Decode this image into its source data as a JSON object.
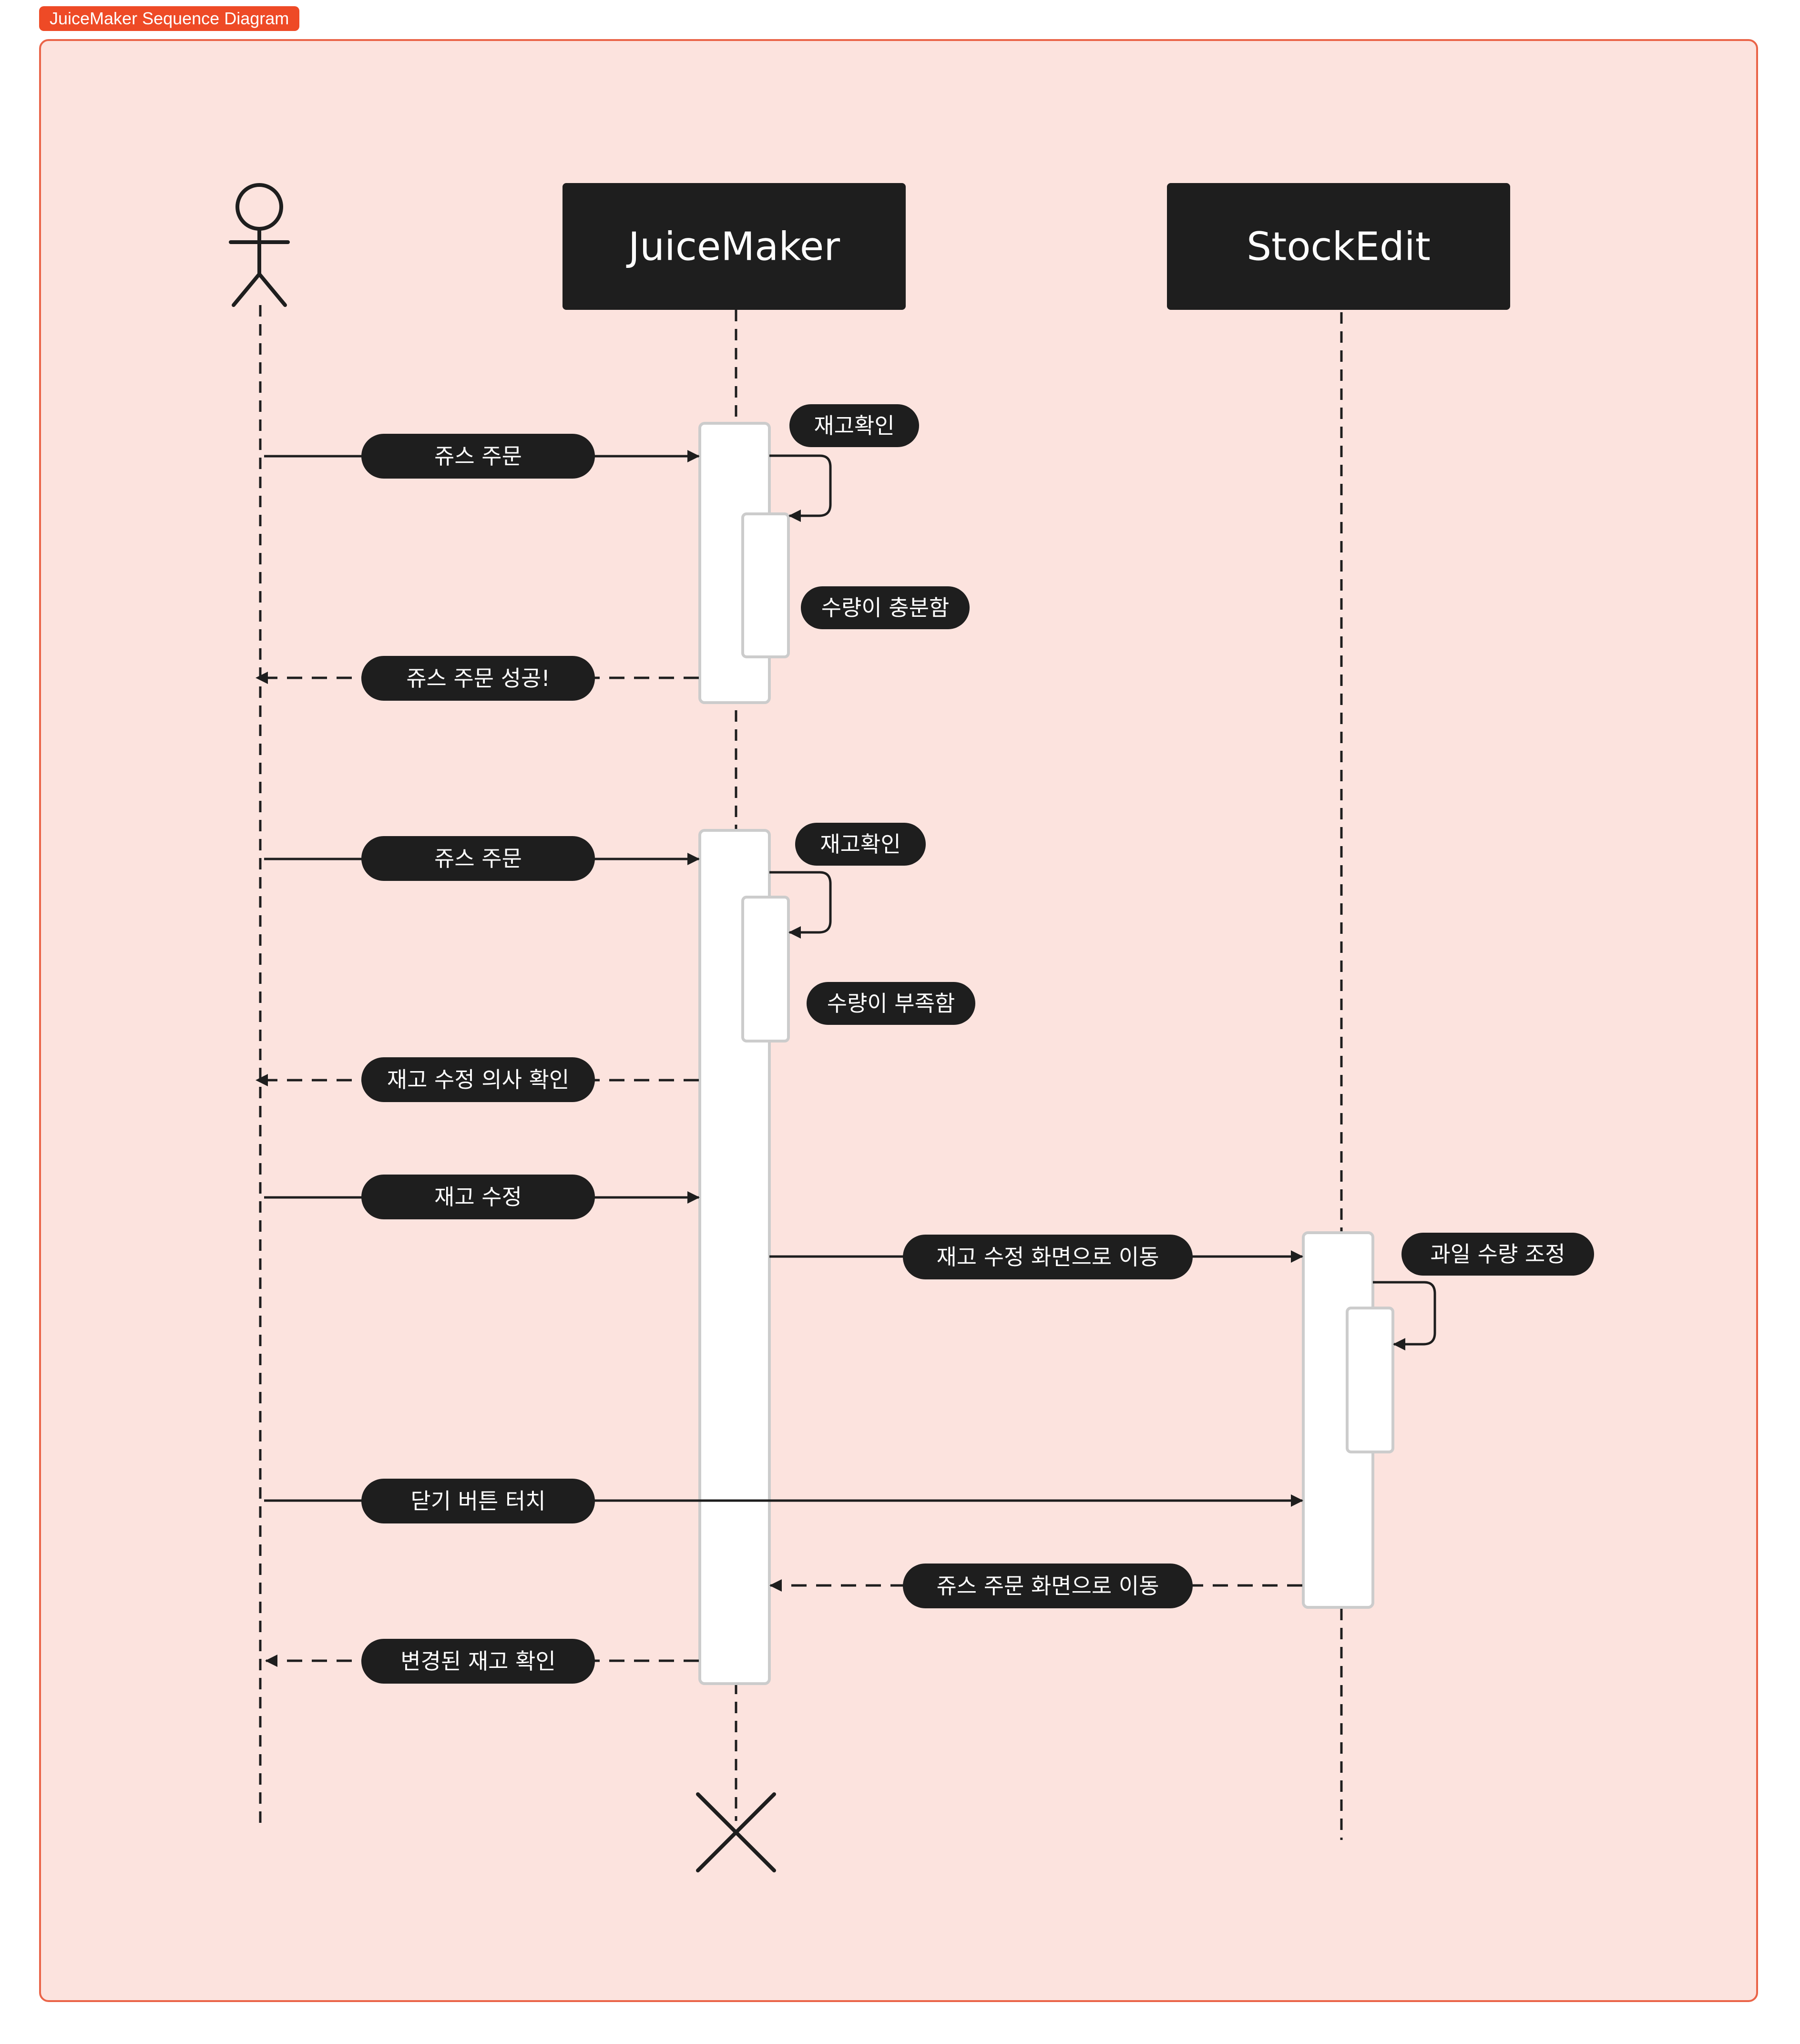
{
  "frame": {
    "title": "JuiceMaker Sequence Diagram"
  },
  "colors": {
    "frame_fill": "#FCE3DE",
    "frame_border": "#EA6448",
    "tag_fill": "#EE4A26",
    "dark": "#1E1E1E",
    "activation_fill": "#FFFFFF",
    "activation_border": "#CCCCCC"
  },
  "participants": {
    "user": {
      "icon": "stick-figure-actor-icon"
    },
    "juicemaker": {
      "name": "JuiceMaker"
    },
    "stockedit": {
      "name": "StockEdit"
    }
  },
  "messages": {
    "m1": "쥬스 주문",
    "m2": "재고확인",
    "m3": "수량이 충분함",
    "m4": "쥬스 주문 성공!",
    "m5": "쥬스 주문",
    "m6": "재고확인",
    "m7": "수량이 부족함",
    "m8": "재고 수정 의사 확인",
    "m9": "재고 수정",
    "m10": "재고 수정 화면으로 이동",
    "m11": "과일 수량 조정",
    "m12": "닫기 버튼 터치",
    "m13": "쥬스 주문 화면으로 이동",
    "m14": "변경된 재고 확인"
  },
  "icons": {
    "destroy": "x-destroy-icon",
    "arrowhead": "arrowhead-icon"
  }
}
